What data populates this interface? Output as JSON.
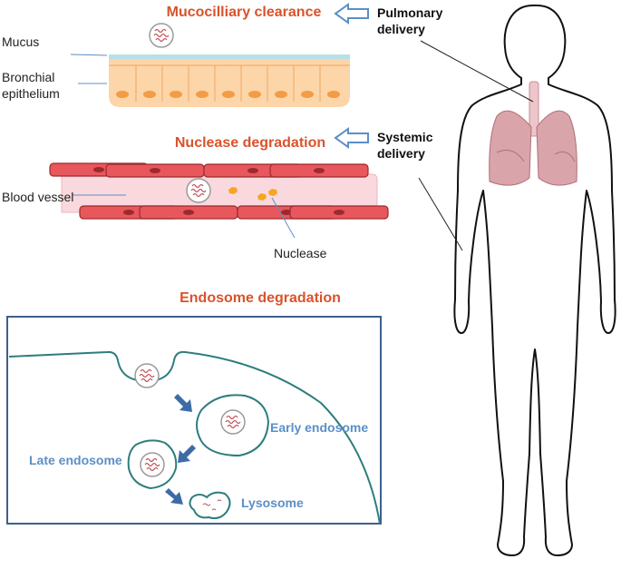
{
  "colors": {
    "title": "#d9532b",
    "endosome_label": "#5b8fc7",
    "arrow_blue": "#3d6ba6",
    "epithelium": "#fcd5a8",
    "nucleus": "#f39c45",
    "vessel_fill": "#f9d9dd",
    "vessel_cell": "#d9454a",
    "lung": "#c98c93",
    "body_outline": "#111111"
  },
  "titles": {
    "mucociliary": "Mucocilliary clearance",
    "nuclease": "Nuclease degradation",
    "endosome": "Endosome degradation"
  },
  "labels": {
    "mucus": "Mucus",
    "bronchial_line1": "Bronchial",
    "bronchial_line2": "epithelium",
    "blood_vessel": "Blood vessel",
    "nuclease": "Nuclease",
    "pulmonary_line1": "Pulmonary",
    "pulmonary_line2": "delivery",
    "systemic_line1": "Systemic",
    "systemic_line2": "delivery",
    "early_endosome": "Early endosome",
    "late_endosome": "Late endosome",
    "lysosome": "Lysosome"
  },
  "icons": [
    "hollow-arrow-left-icon",
    "nanoparticle-icon",
    "down-arrow-icon",
    "lungs-icon",
    "human-body-icon"
  ]
}
